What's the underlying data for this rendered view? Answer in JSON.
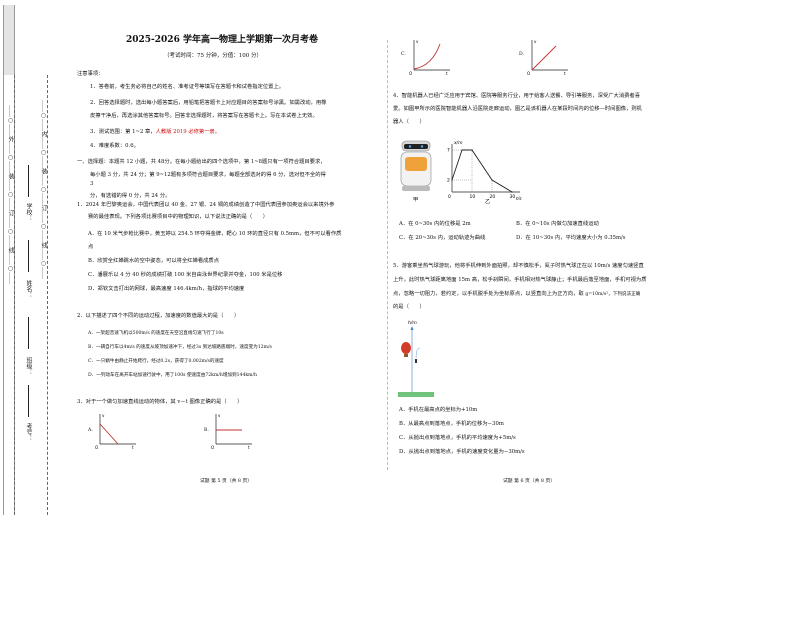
{
  "binding": {
    "labels": [
      "学校：",
      "姓名：",
      "班级：",
      "考号："
    ],
    "cut_texts": [
      "……○……内……○……装……○……订……○……线……○……",
      "……○……外……○……装……○……订……○……线……○……"
    ]
  },
  "exam": {
    "title": "2025-2026 学年高一物理上学期第一次月考卷",
    "info": "（考试时间：75 分钟，分值：100 分）",
    "notes_title": "注意事项：",
    "notes": [
      "1．答卷前，考生务必将自己的姓名、准考证号等填写在答题卡和试卷指定位置上。",
      "2．回答选择题时，选出每小题答案后，用铅笔把答题卡上对应题目的答案标号涂黑。如需改动，用橡",
      "皮擦干净后，再选涂其他答案标号。回答非选择题时，将答案写在答题卡上。写在本试卷上无效。",
      "3．测试范围：第 1~2 章，",
      "4．难度系数：0.6。"
    ],
    "note3_red": "人教版 2019 必修第一册。",
    "section1": [
      "一、选择题：本题共 12 小题，共 48分。在每小题给出的四个选项中，第 1~8题只有一项符合题目要求，",
      "每小题 3 分，共 24 分；第 9~12题有多项符合题目要求，每题全部选对的得 6 分，选对但不全的得",
      "3",
      "分，有选错的得 0 分，共 24 分。"
    ],
    "footer_left": "试题 第 5 页（共 8 页）",
    "footer_right": "试题 第 6 页（共 8 页）"
  },
  "q1": {
    "stem": [
      "1．2024 年巴黎奥运会，中国代表团以 40 金、27 银、24 铜的成绩创造了中国代表团参加奥运会以来境外参",
      "赛的最佳表现。下列各项比赛项目中的物理知识，以下说法正确的是（　　）"
    ],
    "options": [
      "A．在 10 米气步枪比赛中，黄玉婷以 254.5 环夺得金牌，靶心 10 环的直径只有 0.5mm，但不可以看作质",
      "点",
      "B．欣赏全红婵跳水的空中姿态，可以将全红婵看成质点",
      "C．潘展乐以 4 分 40 秒的成绩打破 100 米自由泳世界纪录并夺金，100 米是位移",
      "D．郑钦文击打出的网球，最高速度 146.4km/h，指球的平均速度"
    ]
  },
  "q2": {
    "stem": "2．以下描述了四个不同的运动过程，加速度的数值最大的是（　　）",
    "options": [
      "A．一架超音速飞机以500m/s 的速度在天空沿直线匀速飞行了10s",
      "B．一辆自行车以4m/s 的速度从坡顶加速冲下，经过3s 到达坡路底端时，速度变为12m/s",
      "C．一只蜗牛由静止开始爬行，经过0.2s，获得了0.002m/s的速度",
      "D．一列动车在离开车站加速行驶中，用了100s 使速度由72km/h增加到144km/h"
    ]
  },
  "q3": {
    "stem": "3．对于一个做匀加速直线运动的物体，其 v－t 图像正确的是（　　）",
    "graph_labels": [
      "A.",
      "B.",
      "C.",
      "D."
    ],
    "axis_v": "v",
    "axis_t": "t",
    "origin": "O"
  },
  "q4": {
    "stem": [
      "4．智能机器人已经广泛应用于宾馆、医院等服务行业，用于给客人送餐、导引等服务，深受广大消费者喜",
      "爱。如图甲所示的医院智能机器人沿医院走廊运动，图乙是该机器人在某段时间内的位移—时间图像，则机",
      "器人（　　）"
    ],
    "fig_captions": [
      "甲",
      "乙"
    ],
    "graph": {
      "ylabel": "x/m",
      "xlabel": "t/s",
      "yticks": [
        "7",
        "2"
      ],
      "xticks": [
        "0",
        "10",
        "20",
        "30"
      ]
    },
    "options": [
      "A．在 0~30s 内的位移是 2m",
      "B．在 0~10s 内做匀加速直线运动",
      "C．在 20~30s 内，运动轨迹为曲线",
      "D．在 10~30s 内，平均速度大小为 0.35m/s"
    ]
  },
  "q5": {
    "stem": [
      "5．游客乘坐热气球游玩，他将手机伸到外面拍照，却不慎松手，氦子时热气球正在以 10m/s 速度匀速竖直",
      "上升，此时热气球距离地面 15m 高，松手刹瞬间，手机相对热气球静止；手机最后落至地面，手机可视为质",
      "点，忽略一切阻力，若约定，以手机脱手处为坐标原点，以竖直向上为正方向，取"
    ],
    "g_text": "g=10m/s²，下列说法正确",
    "stem_end": "的是（　　）",
    "fig_label": "h/m",
    "options": [
      "A．手机在最高点的坐标为+10m",
      "B．从最高点到落地点，手机的位移为−30m",
      "C．从抛出点到落地点，手机的平均速度为+5m/s",
      "D．从抛出点到落地点，手机的速度变化量为−30m/s"
    ]
  },
  "chart_data": {
    "type": "line",
    "title": "",
    "xlabel": "t/s",
    "ylabel": "x/m",
    "x": [
      0,
      5,
      10,
      20,
      30
    ],
    "y": [
      2,
      7,
      7,
      2,
      0
    ],
    "xlim": [
      0,
      30
    ],
    "ylim": [
      0,
      7
    ]
  }
}
